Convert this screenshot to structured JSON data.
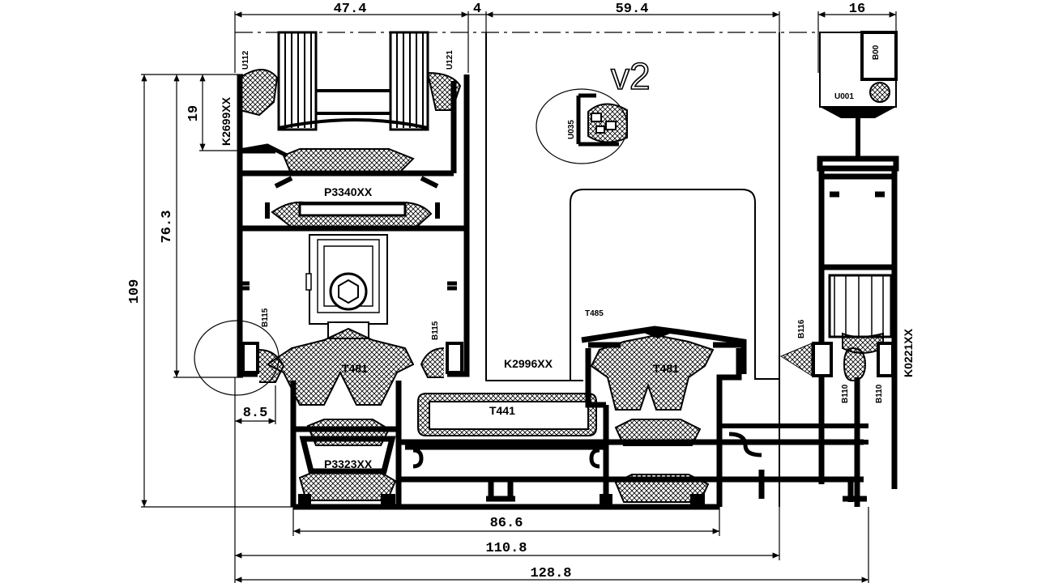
{
  "drawing": {
    "dimensions": {
      "top_sash": "47.4",
      "top_gap": "4",
      "top_frame": "59.4",
      "top_right": "16",
      "left_total": "109",
      "left_mid": "76.3",
      "left_small": "19",
      "left_bottom": "8.5",
      "bottom_inner": "86.6",
      "bottom_mid": "110.8",
      "bottom_total": "128.8"
    },
    "profiles": {
      "p3340": "P3340XX",
      "p3323": "P3323XX",
      "t481_left": "T481",
      "t481_right": "T481",
      "t441": "T441",
      "t485": "T485",
      "k2996": "K2996XX",
      "k2699": "K2699XX",
      "k0221": "K0221XX"
    },
    "gaskets": {
      "u112": "U112",
      "u121": "U121",
      "u035": "U035",
      "u001": "U001",
      "b00": "B00",
      "b115_left": "B115",
      "b115_right": "B115",
      "b116": "B116",
      "b110_left": "B110",
      "b110_right": "B110"
    },
    "version_mark": "v2"
  }
}
